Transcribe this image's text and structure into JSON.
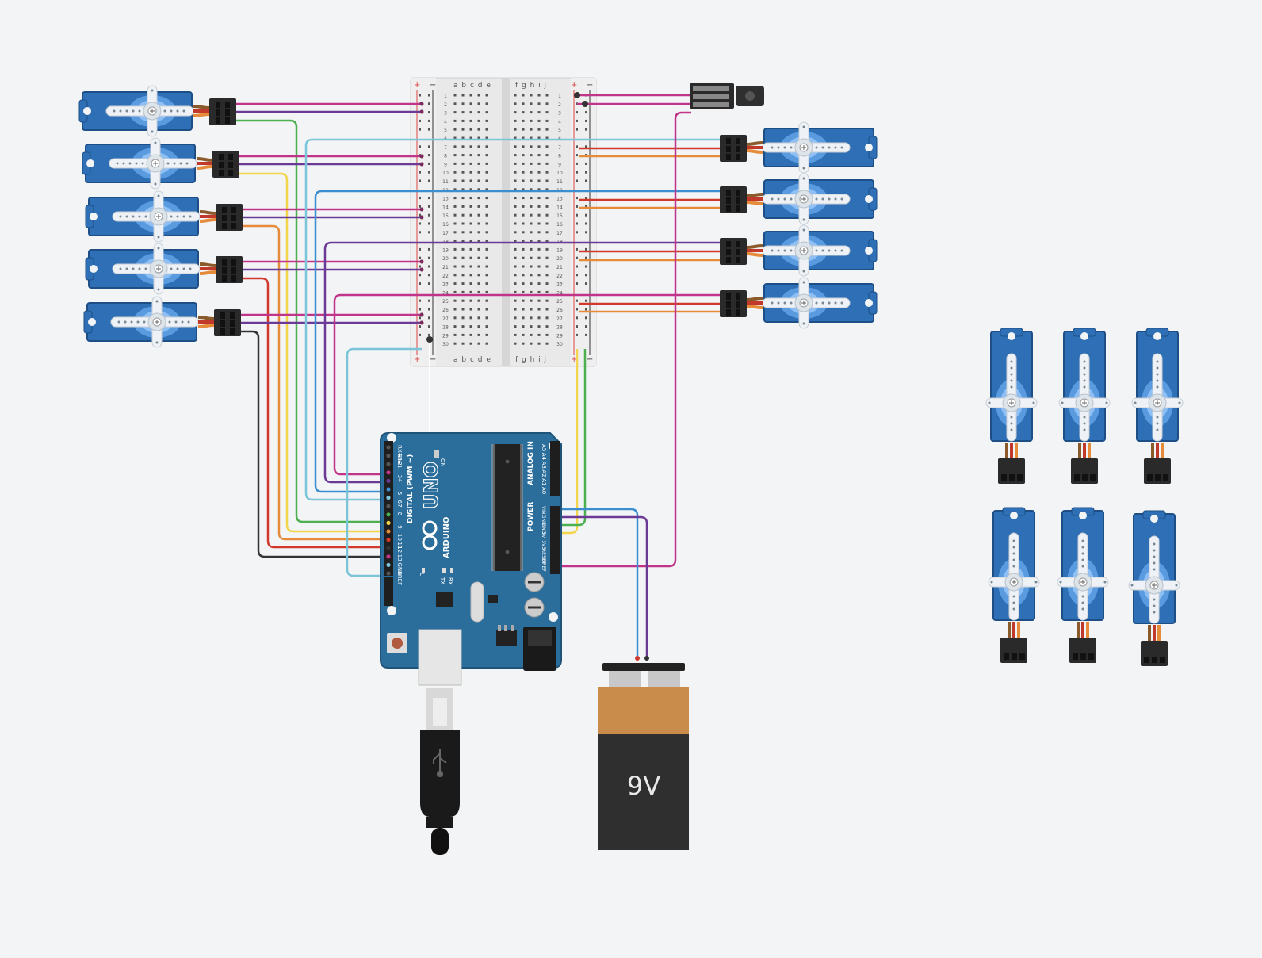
{
  "colors": {
    "background": "#f3f4f6",
    "servo_blue": "#2f6fb5",
    "board_blue": "#2b6e9c",
    "wire_magenta": "#c0358a",
    "wire_purple": "#6a3a96",
    "wire_green": "#4caf50",
    "wire_yellow": "#f2d54b",
    "wire_orange": "#e58b3a",
    "wire_red": "#d0392b",
    "wire_black": "#333333",
    "wire_lightblue": "#7cc4d8",
    "wire_blue": "#3b8fd0"
  },
  "breadboard": {
    "columns_left": "a b c d e",
    "columns_right": "f g h i j",
    "plus": "+",
    "minus": "−",
    "row_labels": [
      "1",
      "2",
      "3",
      "4",
      "5",
      "6",
      "7",
      "8",
      "9",
      "10",
      "11",
      "12",
      "13",
      "14",
      "15",
      "16",
      "17",
      "18",
      "19",
      "20",
      "21",
      "22",
      "23",
      "24",
      "25",
      "26",
      "27",
      "28",
      "29",
      "30"
    ]
  },
  "arduino": {
    "brand": "ARDUINO",
    "model": "UNO",
    "digital_label": "DIGITAL (PWM ~)",
    "analog_label": "ANALOG IN",
    "power_label": "POWER",
    "on_label": "ON",
    "tx": "TX",
    "rx": "RX",
    "l": "L",
    "digital_pins": [
      "RX◄0",
      "TX►1",
      "2",
      "~3",
      "4",
      "~5",
      "~6",
      "7",
      "8",
      "~9",
      "~10",
      "~11",
      "12",
      "13",
      "GND",
      "AREF"
    ],
    "analog_pins": [
      "A5",
      "A4",
      "A3",
      "A2",
      "A1",
      "A0"
    ],
    "power_pins": [
      "VIN",
      "GND",
      "GND",
      "5V",
      "3V3",
      "RESET",
      "IOREF"
    ]
  },
  "battery": {
    "label": "9V"
  },
  "icons": [
    "servo-motor-icon",
    "usb-cable-icon",
    "battery-icon",
    "ir-receiver-icon"
  ]
}
